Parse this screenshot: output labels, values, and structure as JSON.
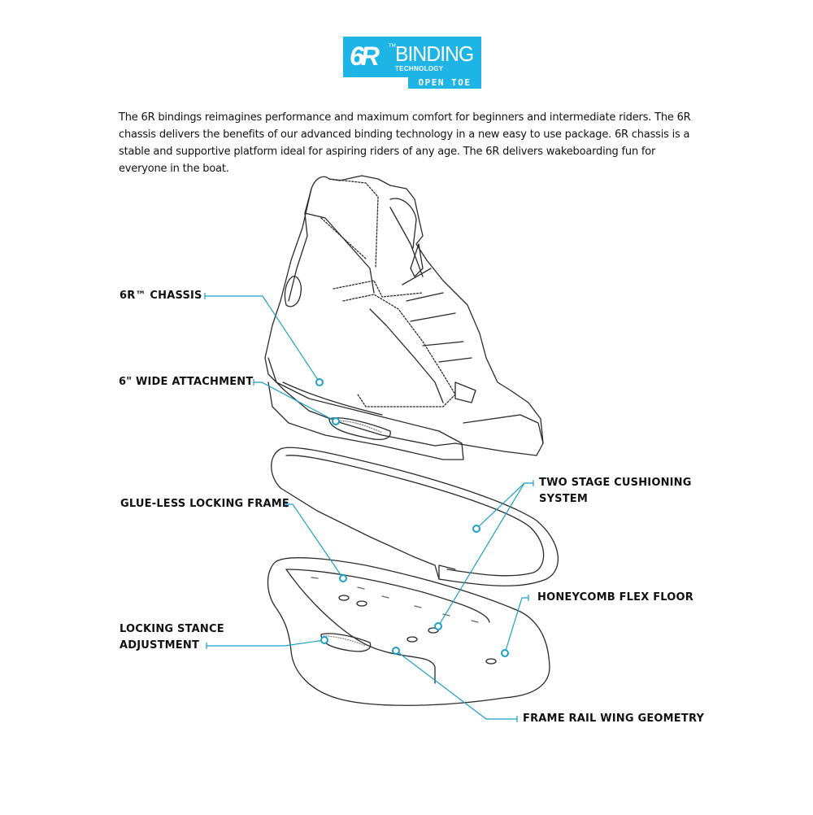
{
  "logo": {
    "mark": "6R",
    "trademark": "TM",
    "word": "BINDING",
    "subtitle": "TECHNOLOGY",
    "tab": "OPEN TOE",
    "brand_color": "#1fb4e6"
  },
  "description": "The 6R bindings reimagines performance and maximum comfort for beginners and intermediate riders. The 6R chassis delivers the benefits of our advanced binding technology in a new easy to use package. 6R chassis is a stable and supportive platform ideal for aspiring riders of any age. The 6R delivers wakeboarding fun for everyone in the boat.",
  "callouts": {
    "chassis": "6R™ CHASSIS",
    "attachment": "6\" WIDE ATTACHMENT",
    "locking_frame": "GLUE-LESS LOCKING FRAME",
    "stance_line1": "LOCKING STANCE",
    "stance_line2": "ADJUSTMENT",
    "cushioning_line1": "TWO STAGE CUSHIONING",
    "cushioning_line2": "SYSTEM",
    "honeycomb": "HONEYCOMB FLEX FLOOR",
    "frame_rail": "FRAME RAIL WING GEOMETRY"
  },
  "colors": {
    "leader": "#1a9fc6",
    "ink": "#222222"
  }
}
